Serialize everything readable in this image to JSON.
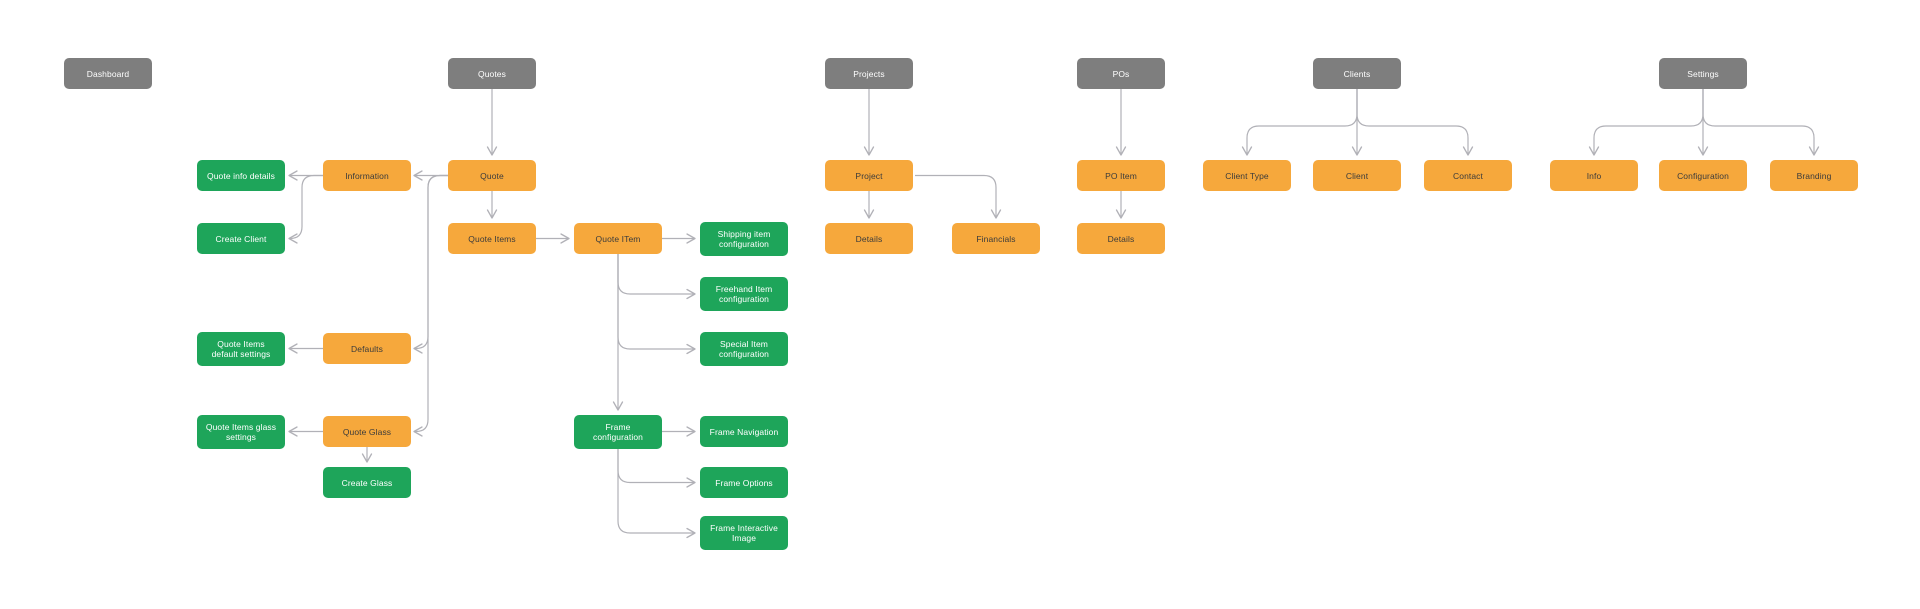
{
  "diagram": {
    "colors": {
      "canvas_background": "#ffffff",
      "section_fill": "#7e7e7e",
      "section_text": "#ffffff",
      "screen_fill": "#f6a83c",
      "screen_text": "#3b3b3b",
      "detail_fill": "#1ea55a",
      "detail_text": "#ffffff",
      "edge_stroke": "#b1b1b7"
    },
    "nodes": {
      "dashboard": {
        "label": "Dashboard",
        "color": "gray"
      },
      "quotes": {
        "label": "Quotes",
        "color": "gray"
      },
      "projects": {
        "label": "Projects",
        "color": "gray"
      },
      "pos": {
        "label": "POs",
        "color": "gray"
      },
      "clients": {
        "label": "Clients",
        "color": "gray"
      },
      "settings": {
        "label": "Settings",
        "color": "gray"
      },
      "quote_info_details": {
        "label": "Quote info details",
        "color": "green"
      },
      "information": {
        "label": "Information",
        "color": "orange"
      },
      "quote": {
        "label": "Quote",
        "color": "orange"
      },
      "create_client": {
        "label": "Create Client",
        "color": "green"
      },
      "quote_items": {
        "label": "Quote Items",
        "color": "orange"
      },
      "quote_item": {
        "label": "Quote ITem",
        "color": "orange"
      },
      "shipping_item_config": {
        "label": "Shipping item\nconfiguration",
        "color": "green"
      },
      "freehand_item_config": {
        "label": "Freehand Item\nconfiguration",
        "color": "green"
      },
      "special_item_config": {
        "label": "Special Item\nconfiguration",
        "color": "green"
      },
      "qi_default_settings": {
        "label": "Quote Items\ndefault settings",
        "color": "green"
      },
      "defaults": {
        "label": "Defaults",
        "color": "orange"
      },
      "qi_glass_settings": {
        "label": "Quote Items glass\nsettings",
        "color": "green"
      },
      "quote_glass": {
        "label": "Quote Glass",
        "color": "orange"
      },
      "create_glass": {
        "label": "Create Glass",
        "color": "green"
      },
      "frame_config": {
        "label": "Frame\nconfiguration",
        "color": "green"
      },
      "frame_navigation": {
        "label": "Frame Navigation",
        "color": "green"
      },
      "frame_options": {
        "label": "Frame Options",
        "color": "green"
      },
      "frame_interactive_image": {
        "label": "Frame Interactive\nImage",
        "color": "green"
      },
      "project": {
        "label": "Project",
        "color": "orange"
      },
      "project_details": {
        "label": "Details",
        "color": "orange"
      },
      "financials": {
        "label": "Financials",
        "color": "orange"
      },
      "po_item": {
        "label": "PO Item",
        "color": "orange"
      },
      "po_details": {
        "label": "Details",
        "color": "orange"
      },
      "client_type": {
        "label": "Client Type",
        "color": "orange"
      },
      "client": {
        "label": "Client",
        "color": "orange"
      },
      "contact": {
        "label": "Contact",
        "color": "orange"
      },
      "info": {
        "label": "Info",
        "color": "orange"
      },
      "configuration": {
        "label": "Configuration",
        "color": "orange"
      },
      "branding": {
        "label": "Branding",
        "color": "orange"
      }
    },
    "edges": [
      {
        "from": "quotes",
        "to": "quote"
      },
      {
        "from": "quote",
        "to": "information"
      },
      {
        "from": "quote",
        "to": "defaults"
      },
      {
        "from": "quote",
        "to": "quote_glass"
      },
      {
        "from": "information",
        "to": "quote_info_details"
      },
      {
        "from": "information",
        "to": "create_client"
      },
      {
        "from": "quote",
        "to": "quote_items"
      },
      {
        "from": "quote_items",
        "to": "quote_item"
      },
      {
        "from": "quote_item",
        "to": "shipping_item_config"
      },
      {
        "from": "quote_item",
        "to": "freehand_item_config"
      },
      {
        "from": "quote_item",
        "to": "special_item_config"
      },
      {
        "from": "quote_item",
        "to": "frame_config"
      },
      {
        "from": "frame_config",
        "to": "frame_navigation"
      },
      {
        "from": "frame_config",
        "to": "frame_options"
      },
      {
        "from": "frame_config",
        "to": "frame_interactive_image"
      },
      {
        "from": "defaults",
        "to": "qi_default_settings"
      },
      {
        "from": "quote_glass",
        "to": "qi_glass_settings"
      },
      {
        "from": "quote_glass",
        "to": "create_glass"
      },
      {
        "from": "projects",
        "to": "project"
      },
      {
        "from": "project",
        "to": "project_details"
      },
      {
        "from": "project",
        "to": "financials"
      },
      {
        "from": "pos",
        "to": "po_item"
      },
      {
        "from": "po_item",
        "to": "po_details"
      },
      {
        "from": "clients",
        "to": "client_type"
      },
      {
        "from": "clients",
        "to": "client"
      },
      {
        "from": "clients",
        "to": "contact"
      },
      {
        "from": "settings",
        "to": "info"
      },
      {
        "from": "settings",
        "to": "configuration"
      },
      {
        "from": "settings",
        "to": "branding"
      }
    ]
  }
}
